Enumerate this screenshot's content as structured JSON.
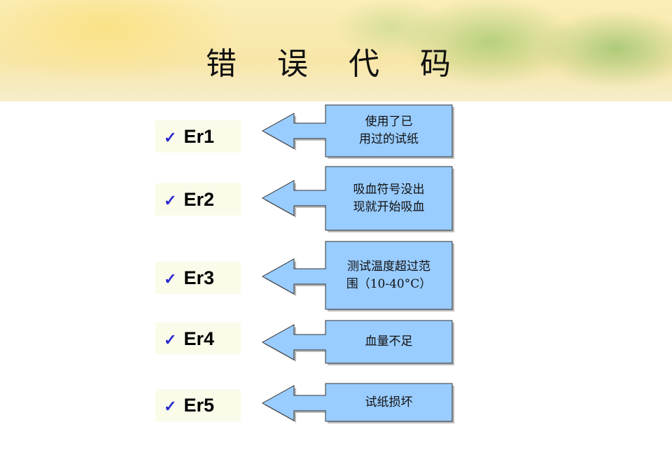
{
  "title": "错 误 代 码",
  "colors": {
    "callout_fill": "#99ccff",
    "callout_stroke": "#333333",
    "check": "#2a2ad0"
  },
  "codes": [
    {
      "icon": "checkmark-icon",
      "check": "✓",
      "code": "Er1",
      "description": "使用了已\n用过的试纸"
    },
    {
      "icon": "checkmark-icon",
      "check": "✓",
      "code": "Er2",
      "description": "吸血符号没出\n现就开始吸血"
    },
    {
      "icon": "checkmark-icon",
      "check": "✓",
      "code": "Er3",
      "description": "测试温度超过范\n围（10-40°C）"
    },
    {
      "icon": "checkmark-icon",
      "check": "✓",
      "code": "Er4",
      "description": "血量不足"
    },
    {
      "icon": "checkmark-icon",
      "check": "✓",
      "code": "Er5",
      "description": "试纸损坏"
    }
  ]
}
